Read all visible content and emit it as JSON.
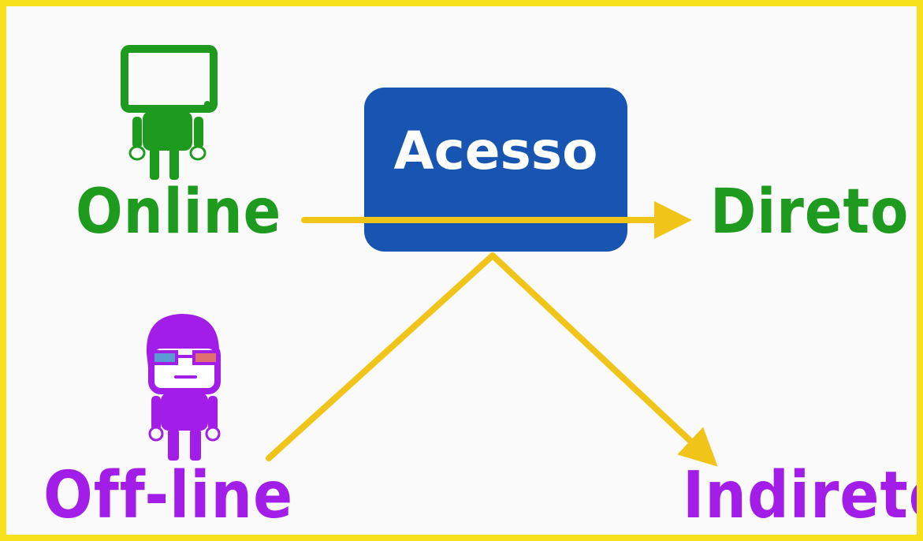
{
  "diagram": {
    "center_label": "Acesso",
    "online_label": "Online",
    "offline_label": "Off-line",
    "direct_label": "Direto",
    "indirect_label": "Indireto"
  },
  "colors": {
    "frame": "#f7e11c",
    "box": "#1855b3",
    "arrows": "#f0c419",
    "online": "#1e9a1e",
    "offline": "#a21ee8"
  },
  "icons": {
    "online_character": "tv-head-robot-icon",
    "offline_character": "person-3d-glasses-icon"
  }
}
